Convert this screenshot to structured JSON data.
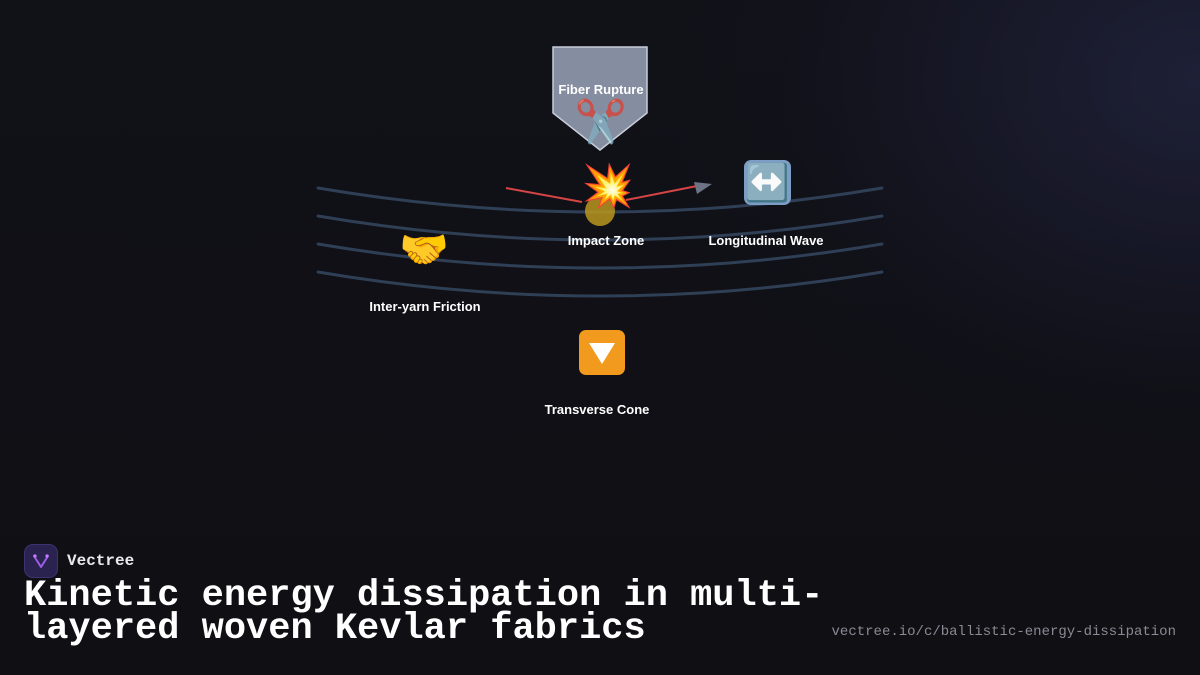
{
  "diagram": {
    "nodes": [
      {
        "id": "fiber-rupture",
        "label": "Fiber Rupture",
        "icon": "scissors-icon",
        "glyph": "✂️"
      },
      {
        "id": "impact-zone",
        "label": "Impact Zone",
        "icon": "collision-icon",
        "glyph": "💥"
      },
      {
        "id": "longitudinal-wave",
        "label": "Longitudinal Wave",
        "icon": "left-right-arrow-icon",
        "glyph": "↔️"
      },
      {
        "id": "inter-yarn-friction",
        "label": "Inter-yarn Friction",
        "icon": "handshake-icon",
        "glyph": "🤝"
      },
      {
        "id": "transverse-cone",
        "label": "Transverse Cone",
        "icon": "down-triangle-button-icon",
        "glyph": "🔽"
      }
    ],
    "colors": {
      "fabric_layer": "#2f3f55",
      "impact_line": "#d64545",
      "arrow_head": "#6b7385",
      "impact_dot": "#b8961f",
      "rupture_shield": "#8f98ad"
    }
  },
  "footer": {
    "brand_name": "Vectree",
    "brand_icon": "vectree-logo-icon",
    "title": "Kinetic energy dissipation in multi-layered woven Kevlar fabrics",
    "url": "vectree.io/c/ballistic-energy-dissipation"
  }
}
